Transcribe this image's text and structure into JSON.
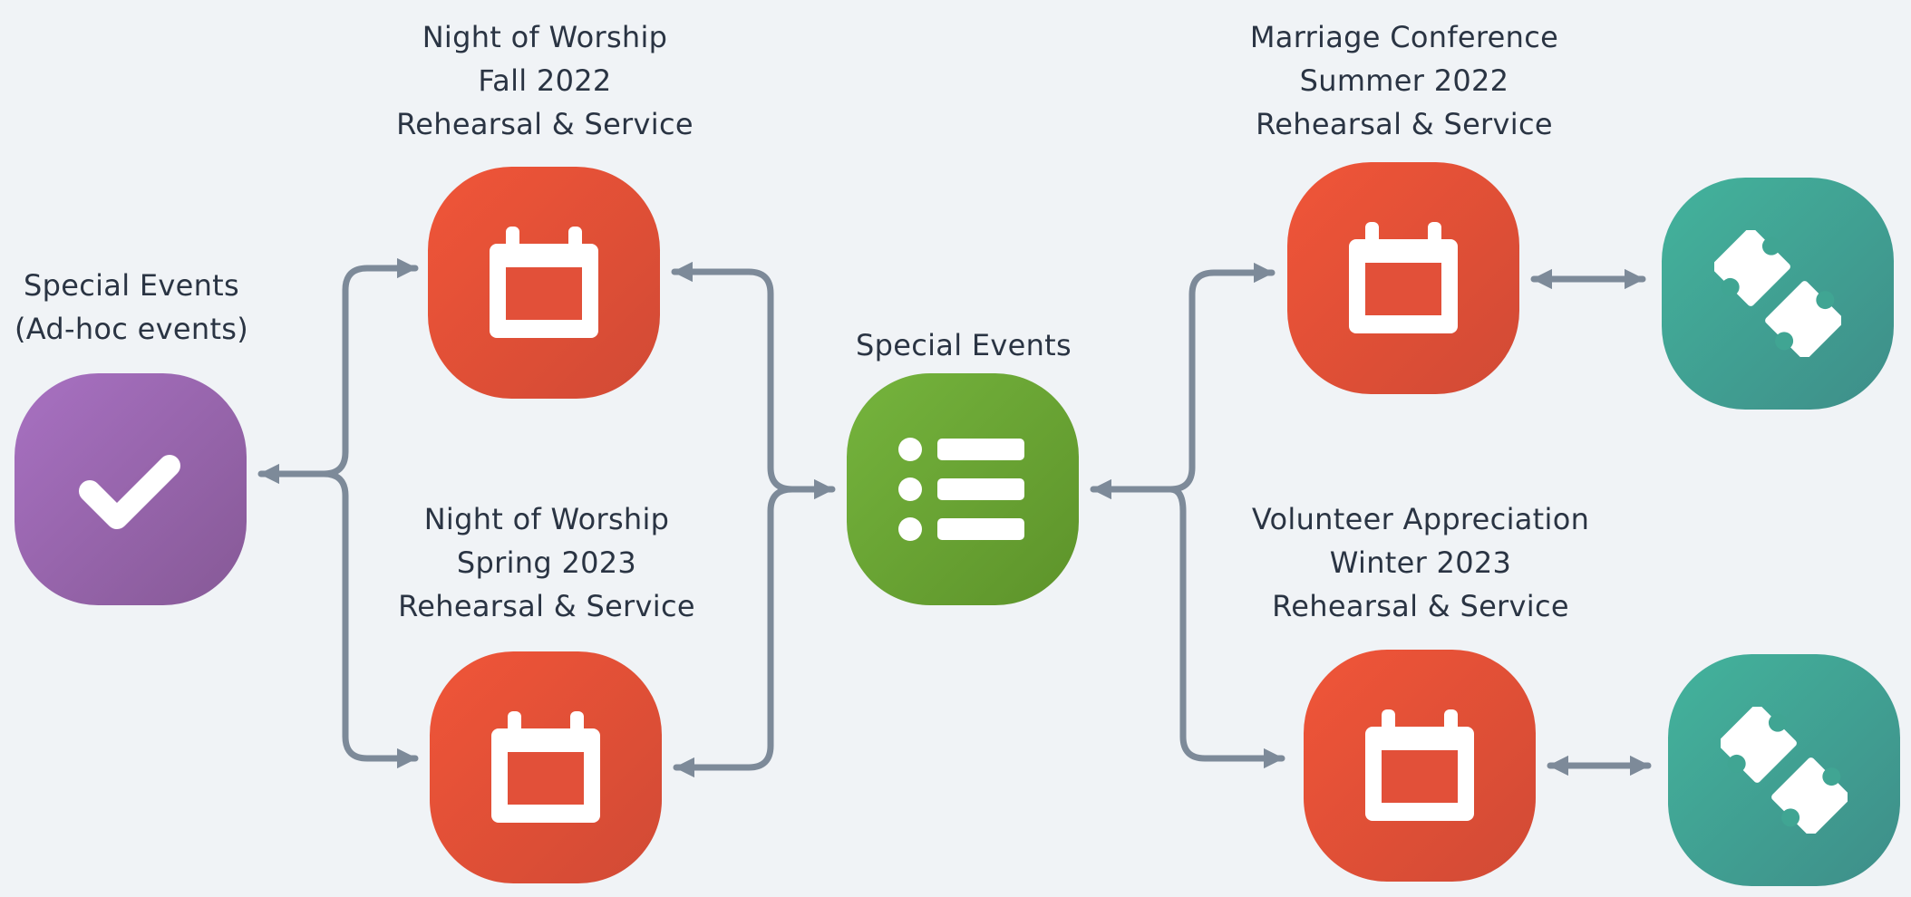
{
  "colors": {
    "background": "#f0f3f6",
    "connector": "#7d8a99",
    "label_text": "#2a3443",
    "purple": "#9b69b4",
    "red": "#e5513a",
    "green": "#6aa835",
    "teal": "#41a693"
  },
  "nodes": {
    "special_events_adhoc": {
      "line1": "Special Events",
      "line2": "(Ad-hoc events)",
      "icon": "checkmark-icon"
    },
    "worship_fall_2022": {
      "line1": "Night of Worship",
      "line2": "Fall 2022",
      "line3": "Rehearsal & Service",
      "icon": "calendar-icon"
    },
    "worship_spring_2023": {
      "line1": "Night of Worship",
      "line2": "Spring 2023",
      "line3": "Rehearsal & Service",
      "icon": "calendar-icon"
    },
    "special_events": {
      "line1": "Special Events",
      "icon": "list-icon"
    },
    "marriage_summer_2022": {
      "line1": "Marriage Conference",
      "line2": "Summer 2022",
      "line3": "Rehearsal & Service",
      "icon": "calendar-icon"
    },
    "volunteer_winter_2023": {
      "line1": "Volunteer Appreciation",
      "line2": "Winter 2023",
      "line3": "Rehearsal & Service",
      "icon": "calendar-icon"
    },
    "ticket_summer": {
      "icon": "ticket-icon"
    },
    "ticket_winter": {
      "icon": "ticket-icon"
    }
  }
}
